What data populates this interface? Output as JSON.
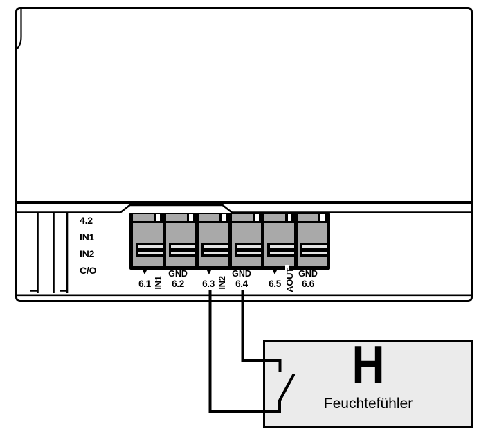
{
  "device": {
    "left_labels": [
      "4.2",
      "IN1",
      "IN2",
      "C/O"
    ],
    "terminal_block": {
      "terminals": [
        {
          "marker": "▼",
          "number": "6.1"
        },
        {
          "marker": "GND",
          "number": "6.2"
        },
        {
          "marker": "▼",
          "number": "6.3"
        },
        {
          "marker": "GND",
          "number": "6.4"
        },
        {
          "marker": "▼",
          "number": "6.5"
        },
        {
          "marker": "GND",
          "number": "6.6"
        }
      ],
      "channel_labels": [
        "IN1",
        "IN2",
        "AOUT"
      ]
    }
  },
  "sensor": {
    "designator": "H",
    "label": "Feuchtefühler"
  },
  "colors": {
    "line": "#000000",
    "terminal_gray": "#a9a9a9",
    "sensor_fill": "#ebebeb",
    "background": "#ffffff"
  }
}
